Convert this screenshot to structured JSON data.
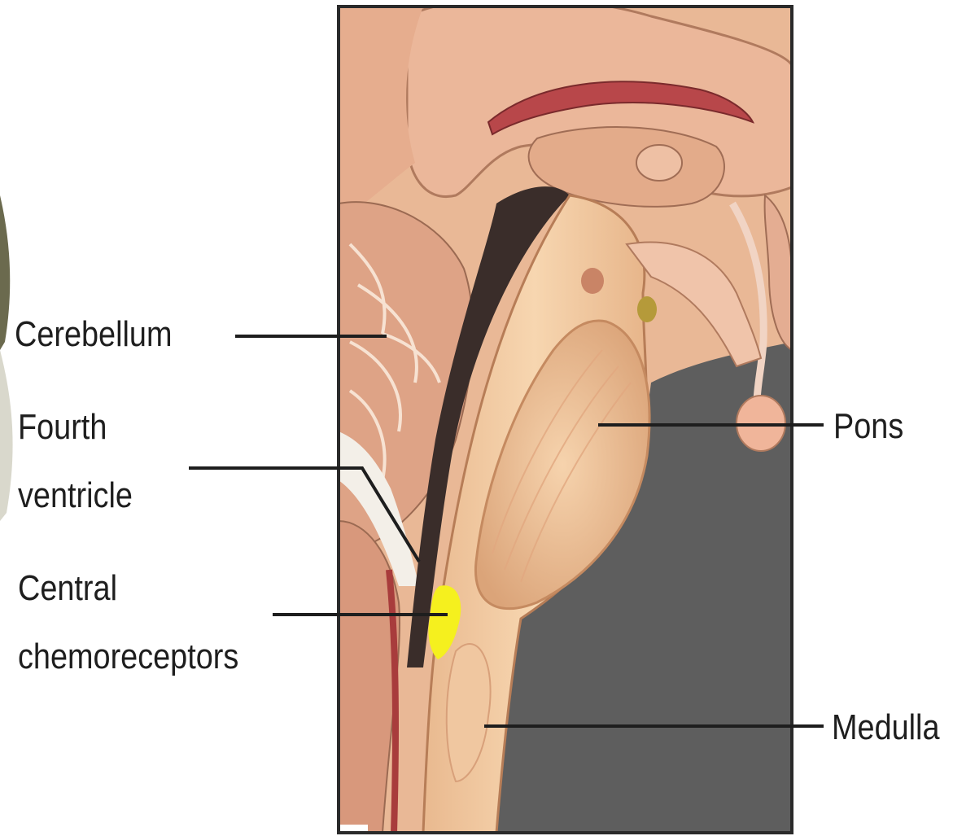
{
  "labels": {
    "cerebellum": "Cerebellum",
    "fourth_ventricle_1": "Fourth",
    "fourth_ventricle_2": "ventricle",
    "central_chemoreceptors_1": "Central",
    "central_chemoreceptors_2": "chemoreceptors",
    "pons": "Pons",
    "medulla": "Medulla"
  },
  "colors": {
    "background": "#ffffff",
    "frame": "#2a2a2a",
    "backdrop": "#5e5e5e",
    "tissue": "#e9b896",
    "brainstem": "#f2c79a",
    "chemoreceptor_highlight": "#f5f01e",
    "label_text": "#1e1e1e",
    "leader_line": "#1e1e1e"
  }
}
